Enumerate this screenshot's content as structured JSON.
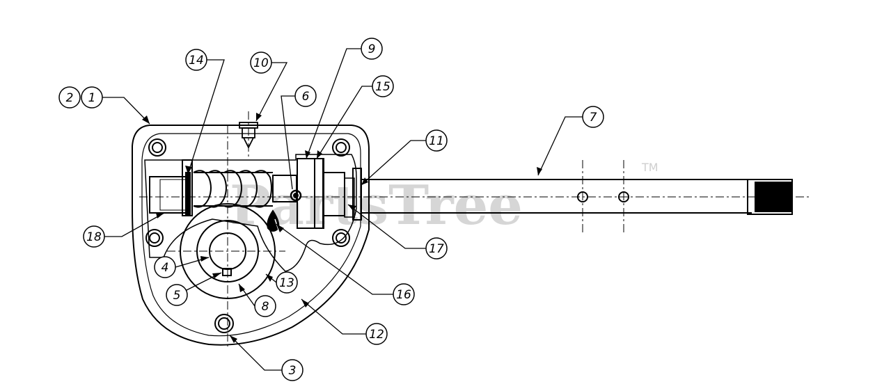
{
  "diagram": {
    "watermark": {
      "text": "PartsTree",
      "trademark": "TM"
    },
    "callouts": [
      {
        "label": "14"
      },
      {
        "label": "10"
      },
      {
        "label": "9"
      },
      {
        "label": "6"
      },
      {
        "label": "15"
      },
      {
        "label": "2"
      },
      {
        "label": "1"
      },
      {
        "label": "7"
      },
      {
        "label": "11"
      },
      {
        "label": "18"
      },
      {
        "label": "17"
      },
      {
        "label": "4"
      },
      {
        "label": "13"
      },
      {
        "label": "16"
      },
      {
        "label": "5"
      },
      {
        "label": "8"
      },
      {
        "label": "12"
      },
      {
        "label": "3"
      }
    ]
  }
}
